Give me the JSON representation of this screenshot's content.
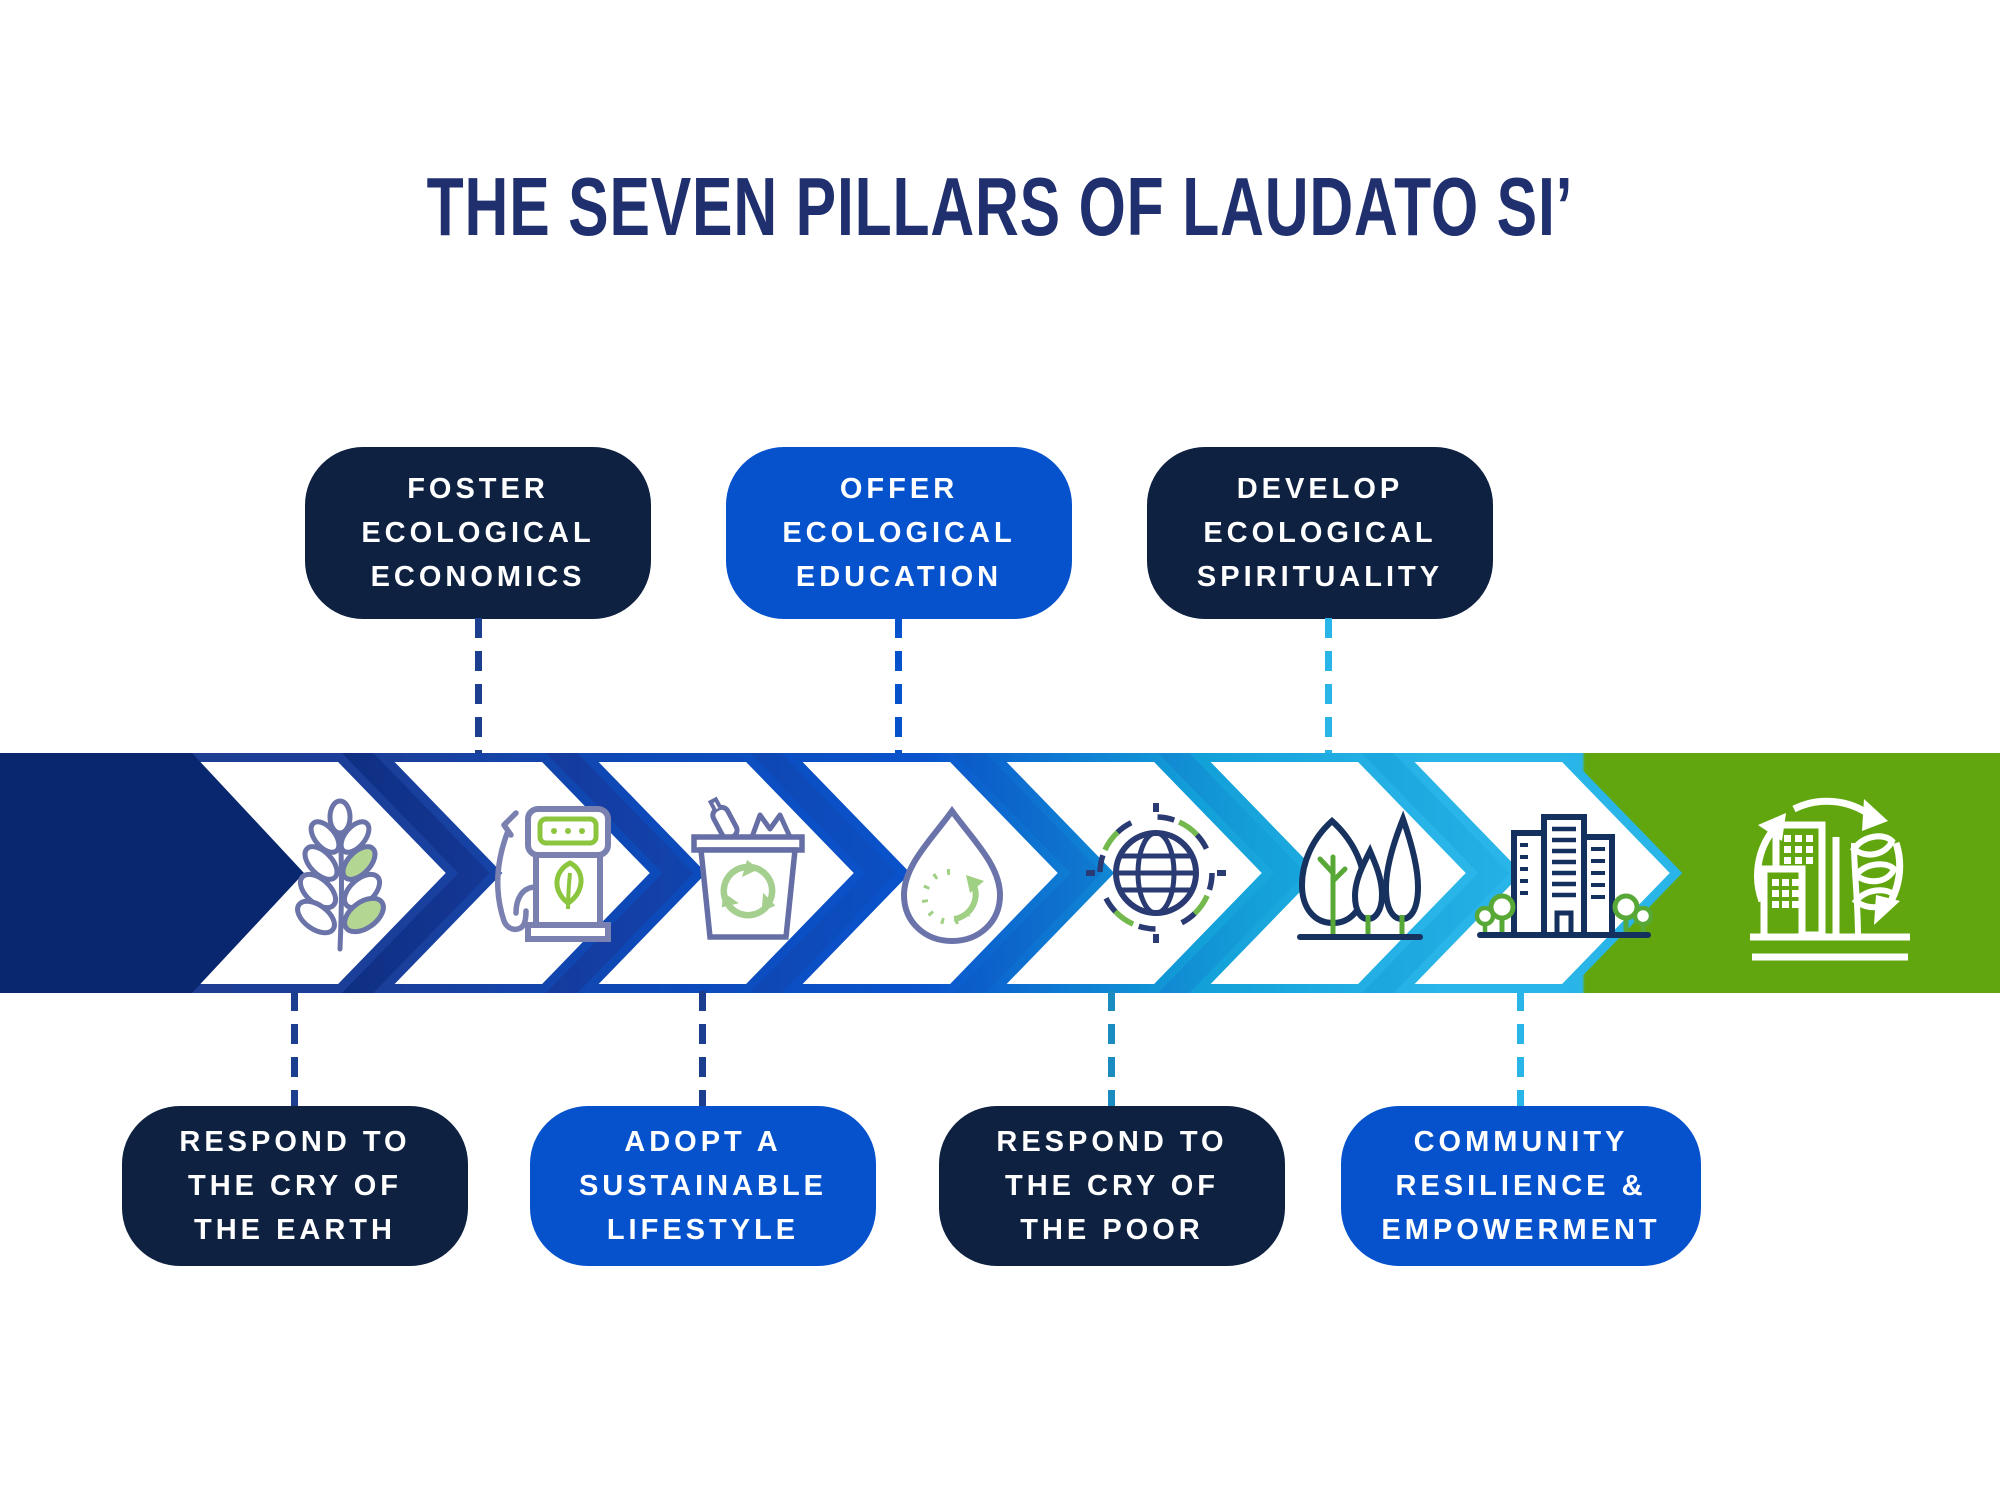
{
  "title": "THE SEVEN PILLARS OF LAUDATO SI’",
  "colors": {
    "title_navy": "#20306f",
    "pill_navy": "#0e2140",
    "pill_blue": "#0652cd",
    "band_start_navy": "#08276e",
    "band_mid_blue": "#0a51c6",
    "band_cyan": "#29b5e8",
    "band_end_green": "#61a60e",
    "connector_navy": "#1c3e8e",
    "connector_blue": "#0652cd",
    "connector_teal": "#1a8cc0",
    "connector_cyan": "#29b5e8"
  },
  "top_pills": [
    {
      "label": "FOSTER\nECOLOGICAL\nECONOMICS",
      "variant": "navy",
      "connector_color": "#1c3e8e"
    },
    {
      "label": "OFFER\nECOLOGICAL\nEDUCATION",
      "variant": "blue",
      "connector_color": "#0652cd"
    },
    {
      "label": "DEVELOP\nECOLOGICAL\nSPIRITUALITY",
      "variant": "navy",
      "connector_color": "#29b5e8"
    }
  ],
  "bottom_pills": [
    {
      "label": "RESPOND TO\nTHE CRY OF\nTHE EARTH",
      "variant": "navy",
      "connector_color": "#1c3e8e"
    },
    {
      "label": "ADOPT A\nSUSTAINABLE\nLIFESTYLE",
      "variant": "blue",
      "connector_color": "#1c3e8e"
    },
    {
      "label": "RESPOND TO\nTHE CRY OF\nTHE POOR",
      "variant": "navy",
      "connector_color": "#1a8cc0"
    },
    {
      "label": "COMMUNITY\nRESILIENCE &\nEMPOWERMENT",
      "variant": "blue",
      "connector_color": "#29b5e8"
    }
  ],
  "band": {
    "chevron_icons": [
      "wheat-plant-icon",
      "eco-fuel-pump-icon",
      "recycling-bin-icon",
      "water-drop-icon",
      "globe-icon",
      "forest-trees-icon",
      "city-buildings-icon"
    ],
    "end_icon": "sustainable-city-icon"
  }
}
